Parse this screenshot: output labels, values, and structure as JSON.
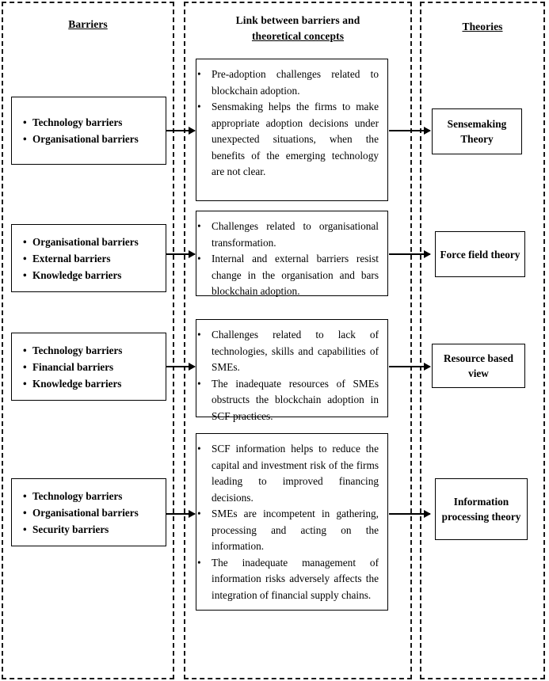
{
  "columns": {
    "barriers": {
      "heading": "Barriers"
    },
    "link": {
      "heading_line1": "Link between barriers and",
      "heading_line2": "theoretical concepts"
    },
    "theories": {
      "heading": "Theories"
    }
  },
  "rows": [
    {
      "barriers": [
        "Technology barriers",
        "Organisational  barriers"
      ],
      "link_points": [
        "Pre-adoption challenges related to blockchain adoption.",
        "Sensmaking helps the firms to make appropriate adoption decisions under unexpected situations, when the benefits of the emerging technology are not clear."
      ],
      "theory": "Sensemaking Theory"
    },
    {
      "barriers": [
        "Organisational barriers",
        "External barriers",
        "Knowledge barriers"
      ],
      "link_points": [
        "Challenges related to organisational transformation.",
        "Internal and external barriers resist change in the organisation and bars blockchain adoption."
      ],
      "theory": "Force field theory"
    },
    {
      "barriers": [
        "Technology barriers",
        "Financial barriers",
        "Knowledge barriers"
      ],
      "link_points": [
        "Challenges related to lack of technologies, skills and capabilities of SMEs.",
        "The inadequate resources of SMEs obstructs the blockchain adoption in SCF practices."
      ],
      "theory": "Resource based view"
    },
    {
      "barriers": [
        "Technology barriers",
        "Organisational barriers",
        "Security barriers"
      ],
      "link_points": [
        "SCF information helps to reduce the capital and investment risk of the firms leading to improved financing decisions.",
        "SMEs are incompetent in gathering, processing and acting on the information.",
        "The inadequate management of information risks adversely affects the integration of financial supply chains."
      ],
      "theory": "Information processing theory"
    }
  ],
  "colors": {
    "border": "#000000",
    "dashed_border": "#1a1a1a",
    "background": "#ffffff",
    "text": "#000000"
  }
}
